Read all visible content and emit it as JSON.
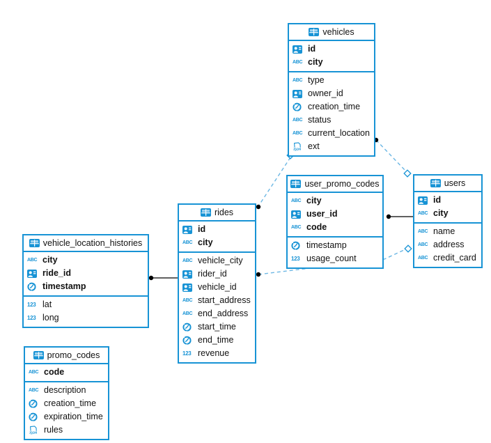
{
  "diagram": {
    "type": "entity-relationship",
    "colors": {
      "accent": "#1793d5",
      "dashed_line": "#6cb7e4",
      "solid_line": "#000000",
      "marker_dot": "#000000",
      "marker_diamond_fill": "#ffffff",
      "text": "#111111",
      "background": "#ffffff"
    },
    "tables": [
      {
        "id": "vehicles",
        "title": "vehicles",
        "keys": [
          {
            "icon": "id",
            "name": "id"
          },
          {
            "icon": "text",
            "name": "city"
          }
        ],
        "columns": [
          {
            "icon": "text",
            "name": "type"
          },
          {
            "icon": "id",
            "name": "owner_id"
          },
          {
            "icon": "time",
            "name": "creation_time"
          },
          {
            "icon": "text",
            "name": "status"
          },
          {
            "icon": "text",
            "name": "current_location"
          },
          {
            "icon": "json",
            "name": "ext"
          }
        ]
      },
      {
        "id": "user_promo_codes",
        "title": "user_promo_codes",
        "keys": [
          {
            "icon": "text",
            "name": "city"
          },
          {
            "icon": "id",
            "name": "user_id"
          },
          {
            "icon": "text",
            "name": "code"
          }
        ],
        "columns": [
          {
            "icon": "time",
            "name": "timestamp"
          },
          {
            "icon": "number",
            "name": "usage_count"
          }
        ]
      },
      {
        "id": "users",
        "title": "users",
        "keys": [
          {
            "icon": "id",
            "name": "id"
          },
          {
            "icon": "text",
            "name": "city"
          }
        ],
        "columns": [
          {
            "icon": "text",
            "name": "name"
          },
          {
            "icon": "text",
            "name": "address"
          },
          {
            "icon": "text",
            "name": "credit_card"
          }
        ]
      },
      {
        "id": "rides",
        "title": "rides",
        "keys": [
          {
            "icon": "id",
            "name": "id"
          },
          {
            "icon": "text",
            "name": "city"
          }
        ],
        "columns": [
          {
            "icon": "text",
            "name": "vehicle_city"
          },
          {
            "icon": "id",
            "name": "rider_id"
          },
          {
            "icon": "id",
            "name": "vehicle_id"
          },
          {
            "icon": "text",
            "name": "start_address"
          },
          {
            "icon": "text",
            "name": "end_address"
          },
          {
            "icon": "time",
            "name": "start_time"
          },
          {
            "icon": "time",
            "name": "end_time"
          },
          {
            "icon": "number",
            "name": "revenue"
          }
        ]
      },
      {
        "id": "vehicle_location_histories",
        "title": "vehicle_location_histories",
        "keys": [
          {
            "icon": "text",
            "name": "city"
          },
          {
            "icon": "id",
            "name": "ride_id"
          },
          {
            "icon": "time",
            "name": "timestamp"
          }
        ],
        "columns": [
          {
            "icon": "number",
            "name": "lat"
          },
          {
            "icon": "number",
            "name": "long"
          }
        ]
      },
      {
        "id": "promo_codes",
        "title": "promo_codes",
        "keys": [
          {
            "icon": "text",
            "name": "code"
          }
        ],
        "columns": [
          {
            "icon": "text",
            "name": "description"
          },
          {
            "icon": "time",
            "name": "creation_time"
          },
          {
            "icon": "time",
            "name": "expiration_time"
          },
          {
            "icon": "json",
            "name": "rules"
          }
        ]
      }
    ],
    "relations": [
      {
        "from": "vehicles",
        "to": "users",
        "style": "dashed"
      },
      {
        "from": "rides",
        "to": "vehicles",
        "style": "dashed"
      },
      {
        "from": "rides",
        "to": "users",
        "style": "dashed"
      },
      {
        "from": "user_promo_codes",
        "to": "users",
        "style": "solid"
      },
      {
        "from": "vehicle_location_histories",
        "to": "rides",
        "style": "solid"
      }
    ]
  }
}
